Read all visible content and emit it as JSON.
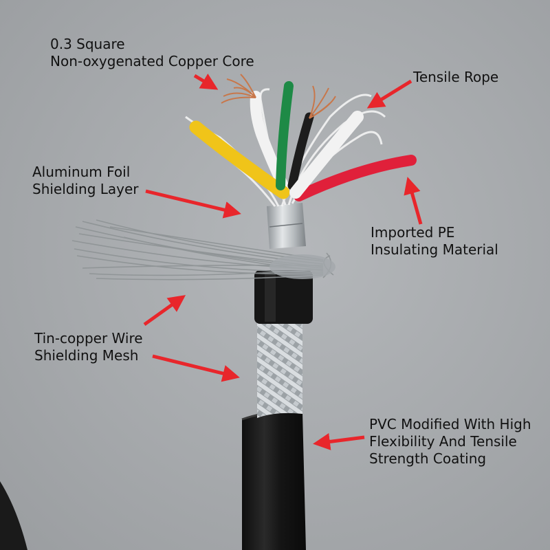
{
  "labels": {
    "core": {
      "line1": "0.3 Square",
      "line2": "Non-oxygenated Copper Core"
    },
    "tensile": {
      "line1": "Tensile Rope"
    },
    "foil": {
      "line1": "Aluminum Foil",
      "line2": "Shielding Layer"
    },
    "pe": {
      "line1": "Imported PE",
      "line2": "Insulating Material"
    },
    "mesh": {
      "line1": "Tin-copper Wire",
      "line2": "Shielding Mesh"
    },
    "coating": {
      "line1": "PVC Modified With High",
      "line2": "Flexibility And Tensile",
      "line3": "Strength Coating"
    }
  },
  "colors": {
    "arrow": "#e8262b",
    "background": "#a9acaf",
    "jacket": "#1c1c1c",
    "yellow_wire": "#f0c419",
    "green_wire": "#1e8a46",
    "red_wire": "#e0203a",
    "white_wire": "#f2f2f2",
    "copper": "#c8774a"
  }
}
